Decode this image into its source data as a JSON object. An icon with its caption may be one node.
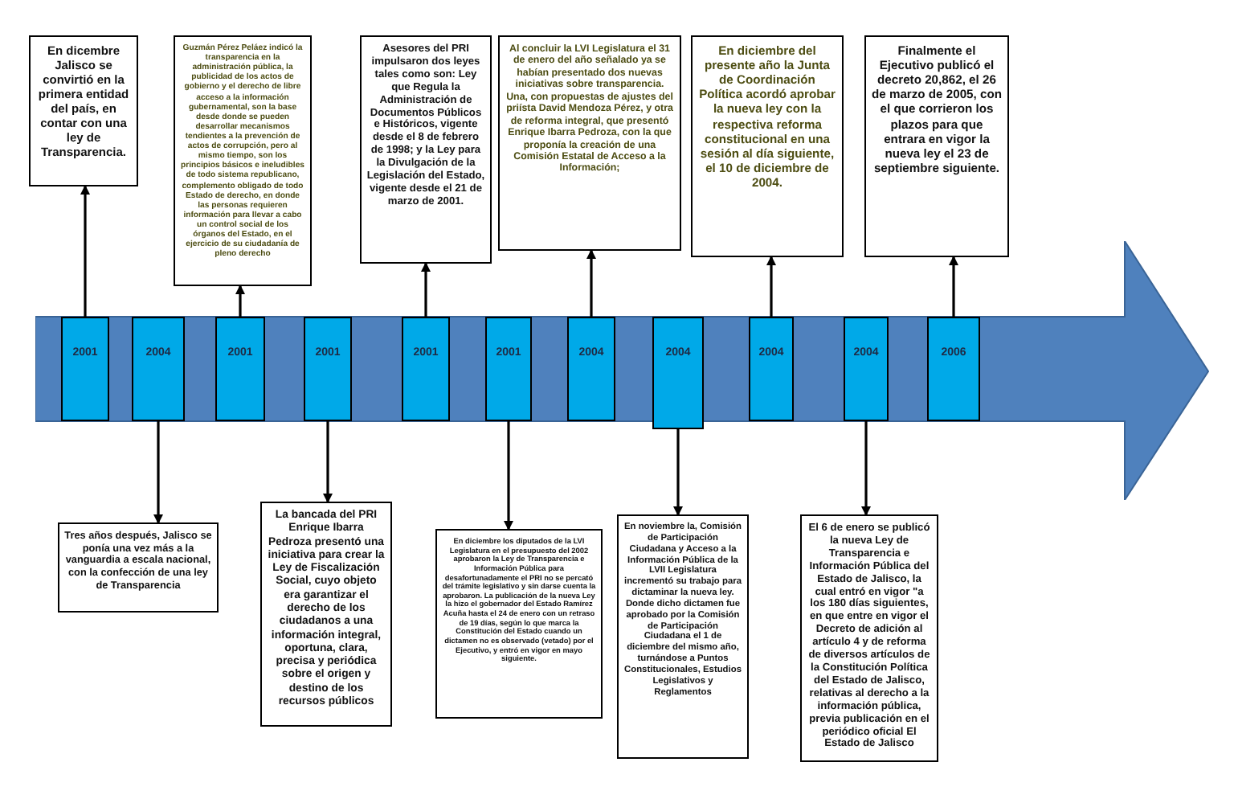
{
  "diagram": {
    "nodes": [
      {
        "text": [
          "En dicembre Jalisco se convirtió en la primera entidad del país, en contar con una ley de Transparencia."
        ]
      },
      {
        "text": [
          "Guzmán Pérez Peláez indicó la transparencia en la administración pública, la publicidad de los actos de gobierno y el derecho de libre acceso a la información gubernamental, son la base desde donde se pueden desarrollar mecanismos tendientes a la prevención de actos de corrupción, pero al mismo tiempo, son los principios básicos e ineludibles de todo sistema republicano, complemento obligado de todo Estado de derecho, en donde las personas requieren información para llevar a cabo un control social de los órganos del Estado, en el ejercicio de su ciudadanía de pleno derecho"
        ]
      },
      {
        "text": [
          "Asesores del PRI impulsaron dos leyes tales como son: Ley que Regula la Administración de Documentos Públicos e Históricos, vigente desde el 8 de febrero de 1998; y la Ley para la Divulgación de la Legislación del Estado, vigente desde el 21 de marzo de 2001."
        ]
      },
      {
        "text": [
          "Al concluir la LVI Legislatura el 31 de enero del año señalado ya se habían presentado dos nuevas iniciativas sobre transparencia. Una, con propuestas de ajustes del priísta David Mendoza Pérez, y otra de reforma integral, que presentó Enrique Ibarra Pedroza, con la que proponía la creación de una Comisión Estatal de Acceso a la Información;"
        ]
      },
      {
        "text": [
          "En diciembre del presente año la Junta de Coordinación Política acordó aprobar la nueva ley con la respectiva reforma constitucional en una sesión al día siguiente, el 10 de diciembre de 2004."
        ]
      },
      {
        "text": [
          "Finalmente el Ejecutivo publicó el decreto 20,862, el 26 de marzo de 2005, con el que corrieron los plazos para que entrara en vigor la nueva ley el 23 de septiembre siguiente."
        ]
      },
      {
        "text": [],
        "shape": "arrow"
      },
      {
        "text": [
          "2001"
        ],
        "in": 6
      },
      {
        "text": [
          "2004"
        ],
        "in": 6
      },
      {
        "text": [
          "2001"
        ],
        "in": 6
      },
      {
        "text": [
          "2001"
        ],
        "in": 6
      },
      {
        "text": [
          "2001"
        ],
        "in": 6
      },
      {
        "text": [
          "2001"
        ],
        "in": 6
      },
      {
        "text": [
          "2004"
        ],
        "in": 6
      },
      {
        "text": [
          "2004"
        ],
        "in": 6
      },
      {
        "text": [
          "2004"
        ],
        "in": 6
      },
      {
        "text": [
          "2004"
        ],
        "in": 6
      },
      {
        "text": [
          "2006"
        ],
        "in": 6
      },
      {
        "text": [
          "Tres años después, Jalisco se ponía una vez más a la vanguardia a escala nacional, con la confección de una ley de Transparencia"
        ]
      },
      {
        "text": [
          "La bancada del PRI Enrique Ibarra Pedroza presentó una iniciativa para crear la Ley de Fiscalización Social, cuyo objeto era garantizar el derecho de los ciudadanos a una información integral, oportuna, clara, precisa y periódica sobre el origen y destino de los recursos públicos"
        ]
      },
      {
        "text": [
          "En diciembre los diputados de la LVI Legislatura en el presupuesto del 2002 aprobaron la Ley de Transparencia e Información Pública para desafortunadamente el PRI no se percató del trámite legislativo y sin darse cuenta la aprobaron. La publicación de la nueva Ley la hizo el gobernador del Estado Ramírez Acuña hasta el 24 de enero con un retraso de 19 días, según lo que marca la Constitución del Estado cuando un dictamen no es observado (vetado) por el Ejecutivo, y entró en vigor en mayo siguiente."
        ]
      },
      {
        "text": [
          "En noviembre la, Comisión de Participación Ciudadana y Acceso a la Información Pública de la LVII Legislatura incrementó su trabajo para dictaminar la nueva ley. Donde dicho dictamen fue aprobado por la Comisión de Participación Ciudadana el 1 de diciembre del mismo año, turnándose a Puntos Constitucionales, Estudios Legislativos y Reglamentos"
        ]
      },
      {
        "text": [
          "El 6 de enero se publicó la nueva Ley de Transparencia e Información Pública del Estado de Jalisco, la cual entró en vigor \"a los 180 días siguientes, en que entre en vigor el Decreto de adición al artículo 4 y de reforma de diversos artículos de la Constitución Política del Estado de Jalisco, relativas al derecho a la información pública, previa publicación en el periódico oficial El Estado de Jalisco"
        ]
      }
    ],
    "edges": [
      {
        "from": 7,
        "to": 0,
        "arrow": "to"
      },
      {
        "from": 9,
        "to": 1,
        "arrow": "to"
      },
      {
        "from": 11,
        "to": 2,
        "arrow": "to"
      },
      {
        "from": 13,
        "to": 3,
        "arrow": "to"
      },
      {
        "from": 15,
        "to": 4,
        "arrow": "to"
      },
      {
        "from": 17,
        "to": 5,
        "arrow": "to"
      },
      {
        "from": 8,
        "to": 18,
        "arrow": "to"
      },
      {
        "from": 10,
        "to": 19,
        "arrow": "to"
      },
      {
        "from": 12,
        "to": 20,
        "arrow": "to"
      },
      {
        "from": 14,
        "to": 21,
        "arrow": "to"
      },
      {
        "from": 16,
        "to": 22,
        "arrow": "to"
      }
    ]
  }
}
